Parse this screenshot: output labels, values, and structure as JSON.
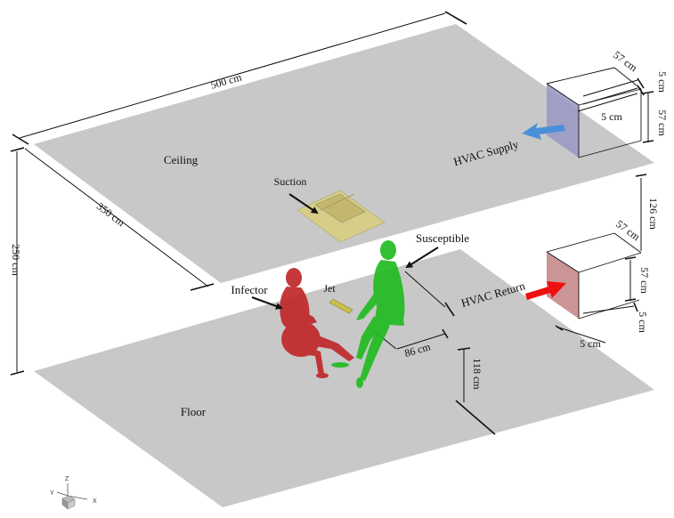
{
  "labels": {
    "ceiling": "Ceiling",
    "floor": "Floor",
    "suction": "Suction",
    "susceptible": "Susceptible",
    "infector": "Infector",
    "jet": "Jet",
    "hvac_supply": "HVAC Supply",
    "hvac_return": "HVAC Return"
  },
  "dimensions": {
    "length": "500 cm",
    "width": "350 cm",
    "height": "250 cm",
    "supply_depth": "57 cm",
    "supply_gap_top": "5 cm",
    "supply_gap_side": "5 cm",
    "supply_height": "57 cm",
    "between_vents": "126 cm",
    "return_depth": "57 cm",
    "return_height": "57 cm",
    "return_gap_bottom": "5 cm",
    "return_gap_side": "5 cm",
    "separation": "86 cm",
    "seat_height": "118 cm"
  },
  "axes": {
    "z": "Z",
    "y": "Y",
    "x": "X"
  },
  "colors": {
    "plane": "#c8c8c8",
    "supply_face": "#9a9ac4",
    "supply_arrow": "#4a90d9",
    "return_face": "#c98f8f",
    "return_arrow": "#ee1111",
    "infector": "#c0282a",
    "susceptible": "#22bb22",
    "suction": "#d8cf7e",
    "jet": "#c8c048"
  }
}
